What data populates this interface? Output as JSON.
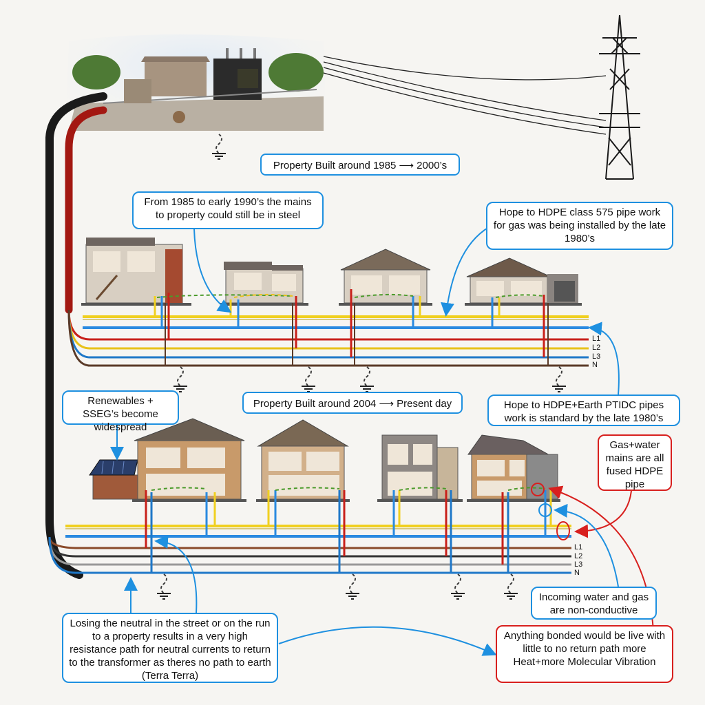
{
  "sections": {
    "upper_title": "Property Built around 1985 ⟶ 2000’s",
    "lower_title": "Property Built around 2004 ⟶ Present day"
  },
  "callouts": {
    "steel_mains": "From 1985 to early 1990’s the mains to property could still be in steel",
    "hdpe_575": "Hope to HDPE class 575 pipe work for gas was being installed by the late 1980’s",
    "hdpe_earth": "Hope to HDPE+Earth PTIDC pipes work is standard by the late 1980’s",
    "renewables": "Renewables + SSEG’s become widespread",
    "gas_water_hdpe": "Gas+water mains are all fused HDPE pipe",
    "non_conductive": "Incoming water and gas are non-conductive",
    "losing_neutral": "Losing the neutral in the street or on the run to a property results in a very high resistance path for neutral currents to return to the transformer as theres no path to earth (Terra Terra)",
    "bonded_live": "Anything bonded would be live with little to no return path more Heat+more Molecular Vibration"
  },
  "phase_labels": {
    "l1": "L1",
    "l2": "L2",
    "l3": "L3",
    "n": "N"
  },
  "colors": {
    "callout_blue": "#1e90e0",
    "callout_red": "#d8201e",
    "l1_red": "#c8201a",
    "l2_yellow": "#e8c21a",
    "l3_blue": "#1f78c8",
    "neutral_brown": "#5a3a28",
    "water_blue": "#2a8ae0",
    "gas_yellow": "#f0d020"
  },
  "icons": {
    "earth": "earth-ground-icon",
    "pylon": "transmission-pylon-icon",
    "substation": "substation-transformer-icon",
    "solar": "solar-panel-icon"
  }
}
